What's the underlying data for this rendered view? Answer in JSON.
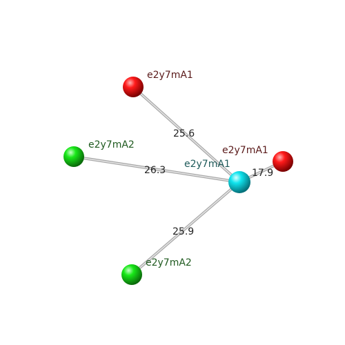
{
  "colors": {
    "red": "#ff0000",
    "green": "#00ee00",
    "cyan": "#00e5ee",
    "edge": "#bdbdbd",
    "label_red": "#5a1a1a",
    "label_green": "#1f5a1f",
    "label_cyan": "#1f5a5a"
  },
  "nodes": [
    {
      "id": "center",
      "label": "e2y7mA1",
      "type": "cyan-sphere"
    },
    {
      "id": "red_top",
      "label": "e2y7mA1",
      "type": "red-sphere"
    },
    {
      "id": "red_right",
      "label": "e2y7mA1",
      "type": "red-sphere"
    },
    {
      "id": "green_left",
      "label": "e2y7mA2",
      "type": "green-sphere"
    },
    {
      "id": "green_bottom",
      "label": "e2y7mA2",
      "type": "green-sphere"
    }
  ],
  "edges": [
    {
      "from": "center",
      "to": "red_top",
      "label": "25.6"
    },
    {
      "from": "center",
      "to": "red_right",
      "label": "17.9"
    },
    {
      "from": "center",
      "to": "green_left",
      "label": "26.3"
    },
    {
      "from": "center",
      "to": "green_bottom",
      "label": "25.9"
    }
  ]
}
